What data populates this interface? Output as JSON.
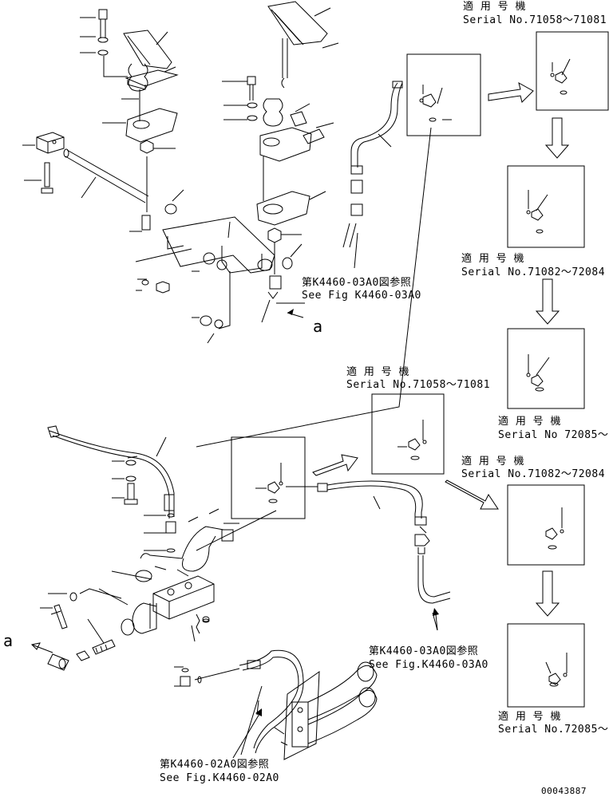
{
  "labels": {
    "serial_1": {
      "jp": "適 用 号 機",
      "en": "Serial No.71058～71081"
    },
    "serial_2": {
      "jp": "適 用 号 機",
      "en": "Serial No.71082～72084"
    },
    "serial_3": {
      "jp": "適 用 号 機",
      "en": "Serial No 72085～"
    },
    "serial_4": {
      "jp": "適 用 号 機",
      "en": "Serial No.71058～71081"
    },
    "serial_5": {
      "jp": "適 用 号 機",
      "en": "Serial No.71082～72084"
    },
    "serial_6": {
      "jp": "適 用 号 機",
      "en": "Serial No.72085～"
    },
    "ref_1": {
      "jp": "第K4460-03A0図参照",
      "en": "See Fig K4460-03A0"
    },
    "ref_2": {
      "jp": "第K4460-03A0図参照",
      "en": "See Fig.K4460-03A0"
    },
    "ref_3": {
      "jp": "第K4460-02A0図参照",
      "en": "See Fig.K4460-02A0"
    },
    "marker_a_right": "a",
    "marker_a_left": "a",
    "drawing_number": "00043887"
  }
}
